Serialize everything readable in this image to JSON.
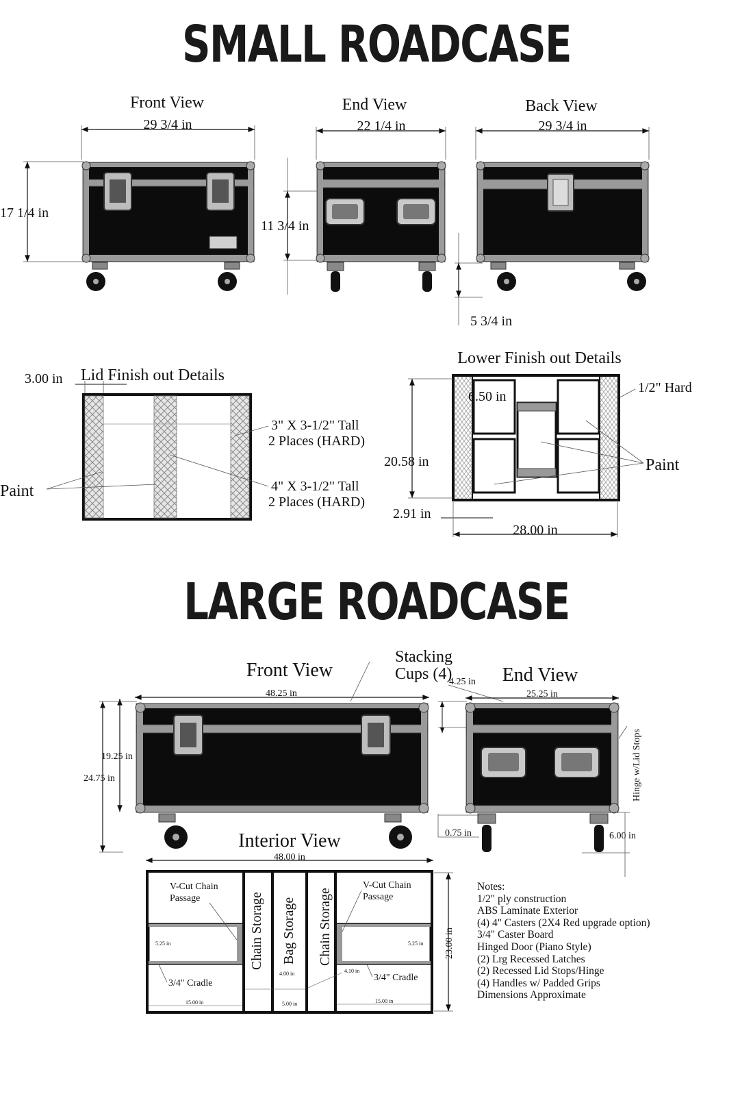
{
  "small": {
    "title": "SMALL ROADCASE",
    "front_view": {
      "label": "Front View",
      "width": "29 3/4 in",
      "height": "17 1/4 in"
    },
    "end_view": {
      "label": "End View",
      "width": "22 1/4 in",
      "height": "11 3/4 in"
    },
    "back_view": {
      "label": "Back View",
      "width": "29 3/4 in",
      "caster": "5 3/4 in"
    },
    "lid_details": {
      "label": "Lid Finish out Details",
      "edge": "3.00 in",
      "note1_line1": "3\" X 3-1/2\" Tall",
      "note1_line2": "2 Places (HARD)",
      "note2_line1": "4\" X 3-1/2\" Tall",
      "note2_line2": "2 Places (HARD)",
      "paint": "Paint"
    },
    "lower_details": {
      "label": "Lower Finish out Details",
      "inner": "6.50 in",
      "hard": "1/2\" Hard",
      "height": "20.58 in",
      "paint": "Paint",
      "offset": "2.91 in",
      "width": "28.00 in"
    }
  },
  "large": {
    "title": "LARGE ROADCASE",
    "front_view": {
      "label": "Front View",
      "width": "48.25 in",
      "body_height": "19.25 in",
      "total_height": "24.75 in"
    },
    "stacking": {
      "line1": "Stacking",
      "line2": "Cups (4)",
      "dim": "4.25 in"
    },
    "end_view": {
      "label": "End View",
      "width": "25.25 in",
      "hinge": "Hinge w/Lid Stops",
      "board": "0.75 in",
      "caster": "6.00 in"
    },
    "interior": {
      "label": "Interior View",
      "width": "48.00 in",
      "height": "23.00 in",
      "vcut_left_1": "V-Cut Chain",
      "vcut_left_2": "Passage",
      "vcut_right_1": "V-Cut Chain",
      "vcut_right_2": "Passage",
      "chain_storage": "Chain Storage",
      "bag_storage": "Bag Storage",
      "cradle": "3/4\" Cradle",
      "small_dims": {
        "h525": "5.25 in",
        "w15": "15.00 in",
        "w400": "4.00 in",
        "w500": "5.00 in",
        "w410": "4.10 in"
      }
    },
    "notes": [
      "Notes:",
      "1/2\" ply construction",
      "ABS Laminate Exterior",
      "(4) 4\" Casters (2X4 Red upgrade option)",
      "3/4\" Caster Board",
      "Hinged Door (Piano Style)",
      "(2) Lrg Recessed Latches",
      "(2) Recessed Lid Stops/Hinge",
      "(4) Handles w/ Padded Grips",
      "Dimensions Approximate"
    ]
  }
}
